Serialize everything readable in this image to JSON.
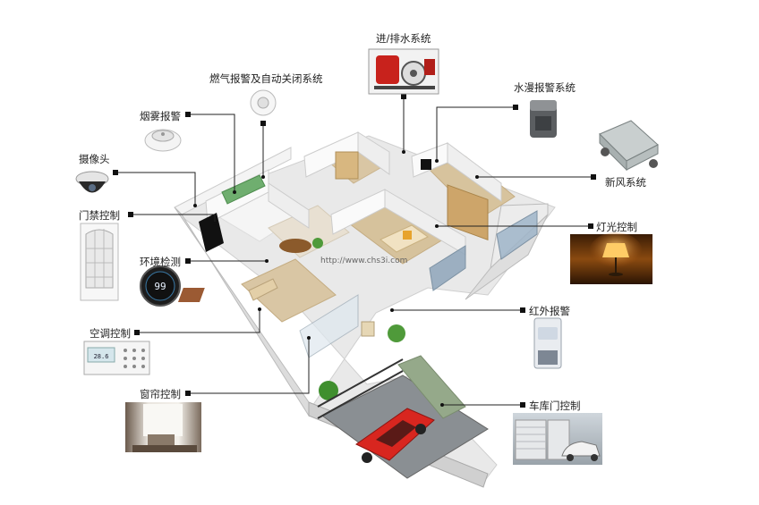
{
  "labels": {
    "drainage": "进/排水系统",
    "gas": "燃气报警及自动关闭系统",
    "water_leak": "水漫报警系统",
    "smoke": "烟雾报警",
    "fresh_air": "新风系统",
    "camera": "摄像头",
    "access": "门禁控制",
    "lighting": "灯光控制",
    "env": "环境检测",
    "infrared": "红外报警",
    "ac": "空调控制",
    "curtain": "窗帘控制",
    "garage": "车库门控制"
  },
  "watermark": "http://www.chs3i.com",
  "thermostat_display": "99",
  "ac_panel_display": "28.6",
  "colors": {
    "leader_line": "#222222",
    "dot": "#111111",
    "wall": "#f2f2f2",
    "floor_wood": "#d9c6a4",
    "car_red": "#d8261f",
    "lamp_glow": "#e8a533"
  }
}
